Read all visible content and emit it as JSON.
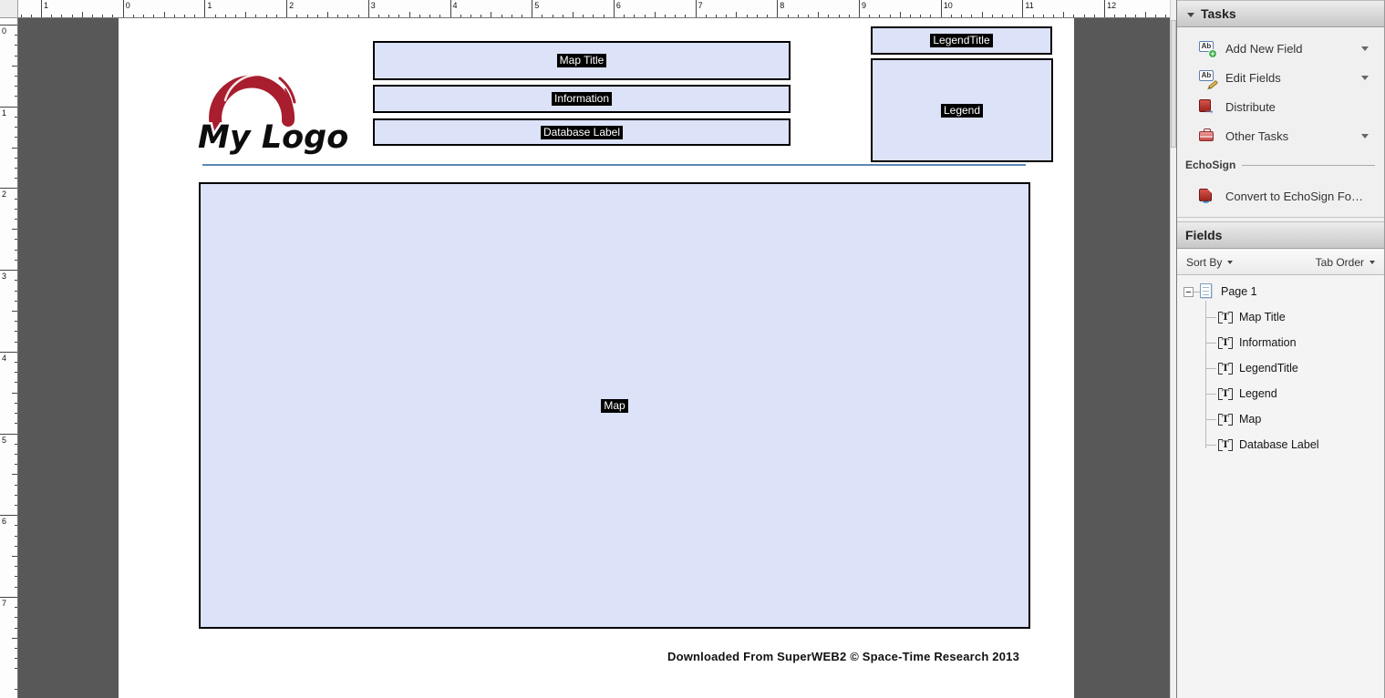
{
  "rulers": {
    "top_labels": [
      "1",
      "0",
      "1",
      "2",
      "3",
      "4",
      "5",
      "6",
      "7",
      "8",
      "9",
      "10",
      "11",
      "12"
    ],
    "left_labels": [
      "0",
      "1",
      "2",
      "3",
      "4",
      "5",
      "6",
      "7"
    ]
  },
  "document": {
    "logo_text": "My Logo",
    "fields": {
      "map_title": "Map Title",
      "information": "Information",
      "database_label": "Database Label",
      "legend_title": "LegendTitle",
      "legend": "Legend",
      "map": "Map"
    },
    "footer": "Downloaded From SuperWEB2 © Space-Time Research 2013"
  },
  "sidebar": {
    "tasks": {
      "title": "Tasks",
      "items": [
        {
          "label": "Add New Field",
          "icon": "add-new-field-icon"
        },
        {
          "label": "Edit Fields",
          "icon": "edit-fields-icon"
        },
        {
          "label": "Distribute",
          "icon": "distribute-icon"
        },
        {
          "label": "Other Tasks",
          "icon": "other-tasks-icon"
        }
      ]
    },
    "echosign": {
      "title": "EchoSign",
      "convert_label": "Convert to EchoSign Fo…"
    },
    "fields_panel": {
      "title": "Fields",
      "sort_by": "Sort By",
      "tab_order": "Tab Order",
      "root": "Page 1",
      "items": [
        "Map Title",
        "Information",
        "LegendTitle",
        "Legend",
        "Map",
        "Database Label"
      ]
    }
  },
  "colors": {
    "field_fill": "#dce2f8",
    "field_border": "#000000",
    "label_chip_bg": "#000000",
    "label_chip_fg": "#ffffff",
    "logo_red": "#a81e2e",
    "divider_blue": "#5b87b5",
    "pasteboard": "#585858"
  }
}
